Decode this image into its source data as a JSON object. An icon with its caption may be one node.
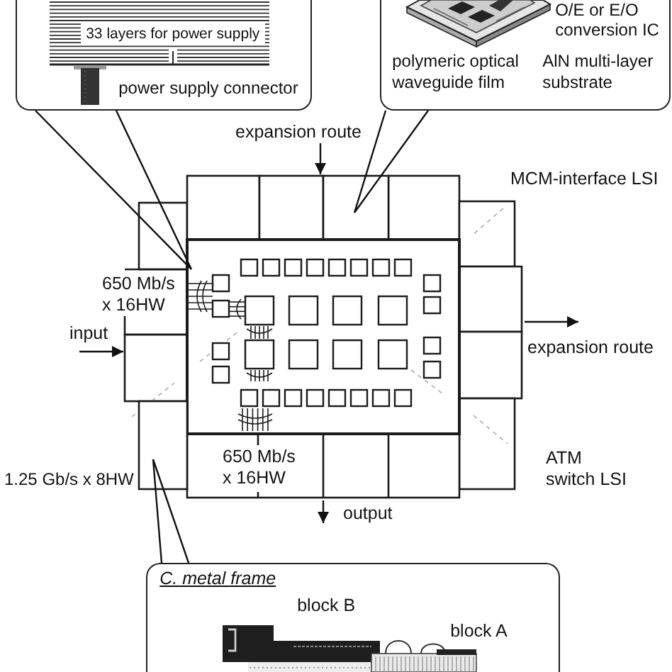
{
  "diagram": {
    "nodes": [
      {
        "text": [
          "33 layers for power supply",
          "power supply connector"
        ]
      },
      {
        "text": [
          "O/E or E/O conversion IC",
          "polymeric optical waveguide film",
          "AlN multi-layer substrate"
        ]
      },
      {
        "text": [],
        "shape": "picture"
      },
      {
        "text": [],
        "shape": "box",
        "in": 2
      },
      {
        "text": [],
        "shape": "box",
        "in": 2
      },
      {
        "text": [],
        "shape": "box",
        "in": 2
      },
      {
        "text": [
          "C. metal frame",
          "block B",
          "block A"
        ]
      }
    ],
    "edges": [
      {
        "from": 0,
        "to": 4,
        "arrow": "none"
      },
      {
        "from": 1,
        "to": 3,
        "arrow": "none"
      },
      {
        "from": 6,
        "to": 5,
        "arrow": "none"
      },
      {
        "from": null,
        "to": 2,
        "arrow": "to",
        "label": "expansion route"
      },
      {
        "from": null,
        "to": 2,
        "arrow": "to",
        "label": "input"
      },
      {
        "from": 2,
        "to": null,
        "arrow": "to",
        "label": "expansion route"
      },
      {
        "from": 2,
        "to": null,
        "arrow": "to",
        "label": "output"
      }
    ],
    "labels": [
      "MCM-interface LSI",
      "650 Mb/s x 16HW",
      "650 Mb/s x 16HW",
      "ATM switch LSI",
      "1.25 Gb/s x 8HW"
    ]
  }
}
